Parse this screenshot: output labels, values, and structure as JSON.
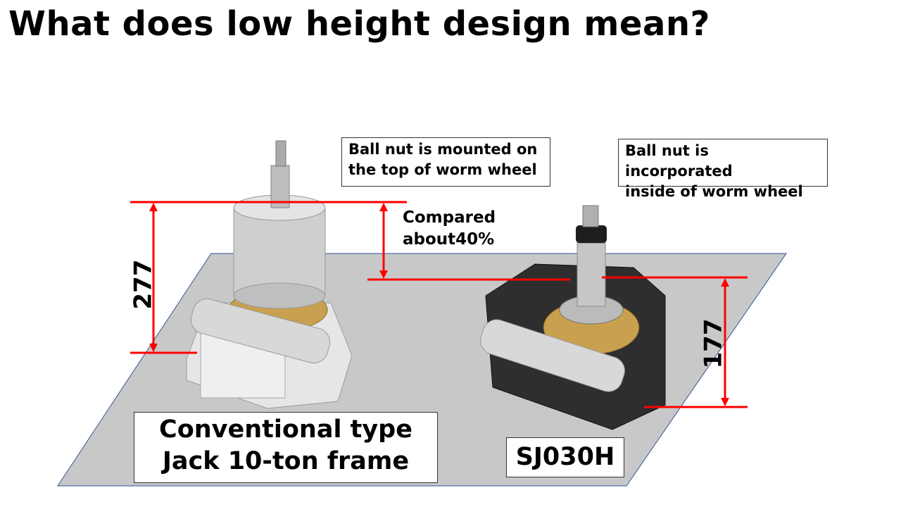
{
  "title": "What does low height design mean?",
  "notes": {
    "conventional": [
      "Ball nut is mounted on",
      "the top of worm wheel"
    ],
    "new": [
      "Ball nut is incorporated",
      "inside of worm wheel"
    ]
  },
  "comparison": [
    "Compared",
    "about40%"
  ],
  "dimensions": {
    "conventional_height": "277",
    "new_height": "177"
  },
  "labels": {
    "conventional": [
      "Conventional type",
      "Jack 10-ton frame"
    ],
    "new": "SJ030H"
  },
  "colors": {
    "dimension_line": "#ff0000",
    "plane": "#c8c8c8",
    "plane_edge": "#2f5597"
  }
}
